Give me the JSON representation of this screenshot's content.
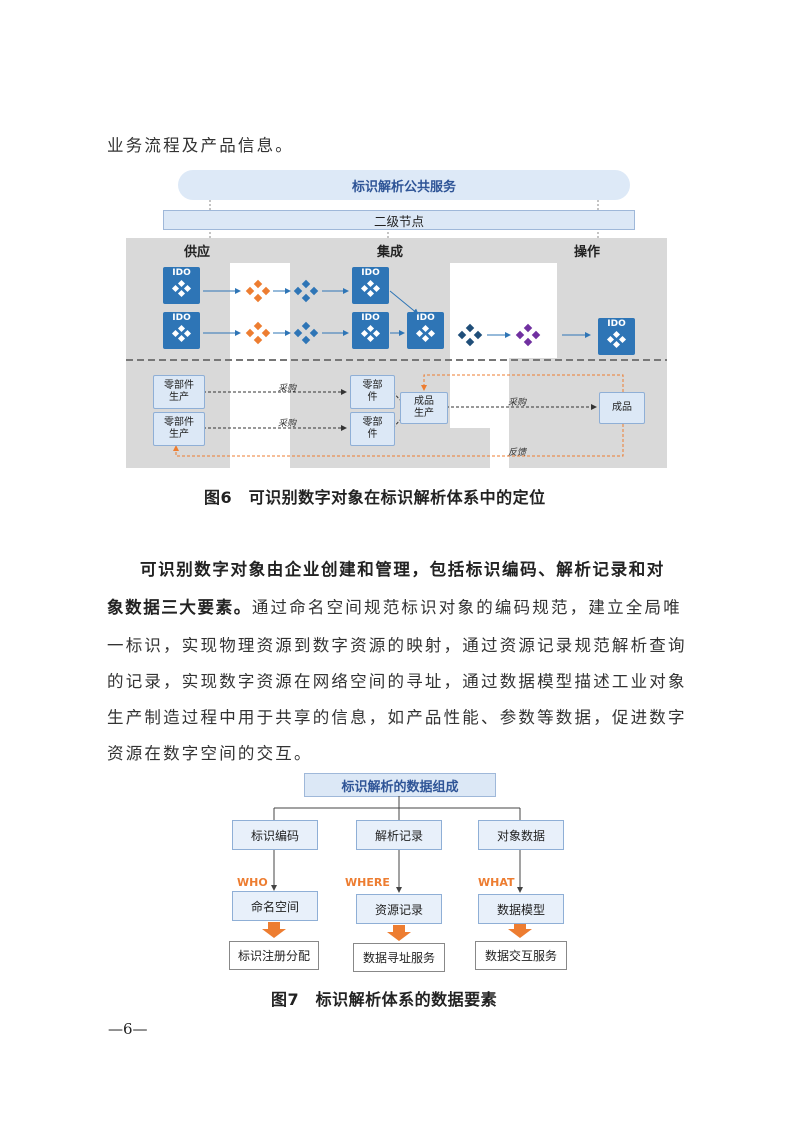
{
  "intro_line": "业务流程及产品信息。",
  "fig6": {
    "cloud_label": "标识解析公共服务",
    "node_label": "二级节点",
    "regions": [
      "供应",
      "集成",
      "操作"
    ],
    "ido_label": "IDO",
    "parts_label": "零部件生产",
    "component_label": "零部件",
    "product_production": "成品生产",
    "product": "成品",
    "purchase": "采购",
    "feedback": "反馈",
    "caption": "图6　可识别数字对象在标识解析体系中的定位"
  },
  "paragraph": {
    "bold_part": "可识别数字对象由企业创建和管理，包括标识编码、解析记录和对象数据三大要素。",
    "lines": [
      "可识别数字对象由企业创建和管理，包括标识编码、解析记录和对",
      "象数据三大要素。",
      "通过命名空间规范标识对象的编码规范，建立全局唯",
      "一标识，实现物理资源到数字资源的映射，通过资源记录规范解析查询",
      "的记录，实现数字资源在网络空间的寻址，通过数据模型描述工业对象",
      "生产制造过程中用于共享的信息，如产品性能、参数等数据，促进数字",
      "资源在数字空间的交互。"
    ]
  },
  "fig7": {
    "title": "标识解析的数据组成",
    "columns": [
      {
        "top": "标识编码",
        "tag": "WHO",
        "mid": "命名空间",
        "out": "标识注册分配"
      },
      {
        "top": "解析记录",
        "tag": "WHERE",
        "mid": "资源记录",
        "out": "数据寻址服务"
      },
      {
        "top": "对象数据",
        "tag": "WHAT",
        "mid": "数据模型",
        "out": "数据交互服务"
      }
    ],
    "caption": "图7　标识解析体系的数据要素"
  },
  "page_number": "—6—",
  "colors": {
    "ido_blue": "#2e75b6",
    "orange": "#ed7d31",
    "region_gray": "#d9d9d9",
    "purple": "#7030a0"
  }
}
